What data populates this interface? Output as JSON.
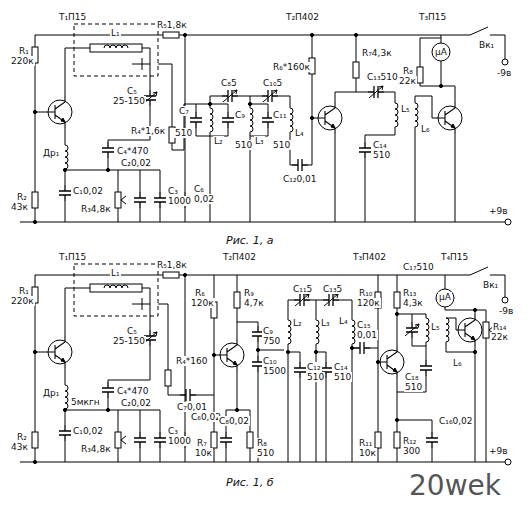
{
  "diagram": {
    "labels": [
      "T₁П15",
      "R₁",
      "220к",
      "L₁",
      "R₅1,8к",
      "C₅",
      "25-150",
      "Др₁",
      "C₄*470",
      "C₁0,02",
      "R₃4,8к",
      "C₂0,02",
      "C₃",
      "1000",
      "C₆",
      "0,02",
      "R₂",
      "43к",
      "R₄*1,6к",
      "C₇",
      "510",
      "C₈5",
      "C₁₀5",
      "L₂",
      "C₉",
      "510",
      "L₃",
      "C₁₁",
      "510",
      "L₄",
      "C₁₂0,01",
      "T₂П402",
      "R₆*160к",
      "R₇4,3к",
      "C₁₃510",
      "C₁₄",
      "510",
      "L₅",
      "L₆",
      "T₃П15",
      "μA",
      "R₈",
      "22к",
      "Вк₁",
      "-9в",
      "+9в",
      "Рис. 1, а",
      "T₁П15",
      "R₁",
      "220к",
      "L₁",
      "R₅1,8к",
      "C₅",
      "25-150",
      "Др₁",
      "5мкгн",
      "C₄*470",
      "C₁0,02",
      "R₃4,8к",
      "C₂0,02",
      "C₃",
      "1000",
      "C₆0,02",
      "R₂",
      "43к",
      "R₄*160",
      "C₇0,01",
      "T₂П402",
      "R₆",
      "120к",
      "R₉",
      "4,7к",
      "C₉",
      "750",
      "C₁₀",
      "1500",
      "C₈0,02",
      "R₇",
      "10к",
      "R₈",
      "510",
      "L₂",
      "C₁₁5",
      "C₁₂",
      "510",
      "L₃",
      "C₁₃5",
      "C₁₄",
      "510",
      "L₄",
      "C₁₅",
      "0,01",
      "T₃П402",
      "R₁₀",
      "120к",
      "R₁₁",
      "10к",
      "R₁₃",
      "4,3к",
      "C₁₇510",
      "L₅",
      "L₆",
      "C₁₈",
      "510",
      "C₁₆0,02",
      "R₁₂",
      "300",
      "T₄П15",
      "μA",
      "R₁₄",
      "22к",
      "Вк₁",
      "-9в",
      "+9в",
      "Рис. 1, б",
      "20wek"
    ]
  }
}
